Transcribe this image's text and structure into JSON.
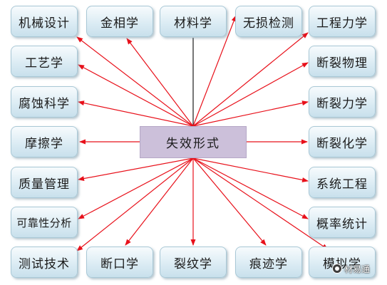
{
  "center": {
    "label": "失效形式"
  },
  "nodes": {
    "jixie_sheji": "机械设计",
    "jinxiang_xue": "金相学",
    "cailiao_xue": "材料学",
    "wusun_jiance": "无损检测",
    "gongcheng_lixue": "工程力学",
    "gongyi_xue": "工艺学",
    "duanlie_wuli": "断裂物理",
    "fushi_kexue": "腐蚀科学",
    "duanlie_lixue": "断裂力学",
    "mocha_xue": "摩擦学",
    "duanlie_huaxue": "断裂化学",
    "zhiliang_guanli": "质量管理",
    "xitong_gongcheng": "系统工程",
    "kekaoxing_fenxi": "可靠性分析",
    "gailu_tongji": "概率统计",
    "ceshi_jishu": "测试技术",
    "duankou_xue": "断口学",
    "liewen_xue": "裂纹学",
    "henji_xue": "痕迹学",
    "moxing_xue": "模拟学"
  },
  "watermark": {
    "text": "材易通"
  },
  "colors": {
    "arrow": "#e8101a",
    "center_line": "#1a1a1a",
    "center_fill": "#ccc0da",
    "node_fill": "#dcecf4"
  }
}
